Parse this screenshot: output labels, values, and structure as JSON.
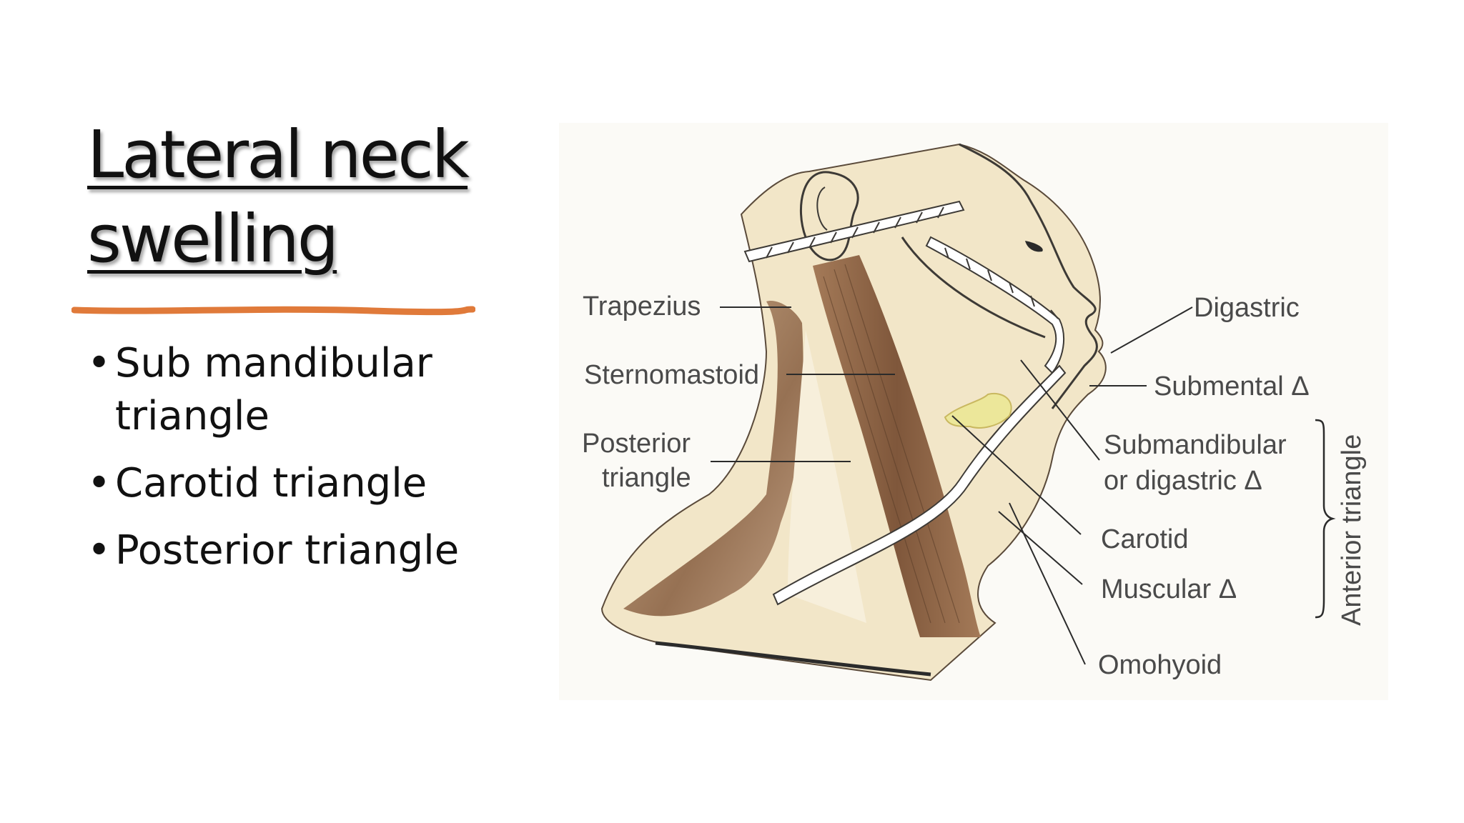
{
  "slide": {
    "title": "Lateral neck swelling",
    "bullets": [
      {
        "text": "Sub mandibular triangle"
      },
      {
        "text": "Carotid triangle"
      },
      {
        "text": "Posterior triangle"
      }
    ],
    "colors": {
      "accent_line": "#e07a3a",
      "text": "#111111",
      "skin": "#f2e6c8",
      "muscle": "#8e6446",
      "gland": "#ece79a"
    }
  },
  "figure": {
    "labels": {
      "trapezius": "Trapezius",
      "sternomastoid": "Sternomastoid",
      "posterior_triangle_1": "Posterior",
      "posterior_triangle_2": "triangle",
      "digastric": "Digastric",
      "submental": "Submental Δ",
      "submandibular_1": "Submandibular",
      "submandibular_2": "or digastric Δ",
      "carotid": "Carotid",
      "muscular": "Muscular Δ",
      "omohyoid": "Omohyoid",
      "anterior_triangle": "Anterior triangle"
    }
  }
}
